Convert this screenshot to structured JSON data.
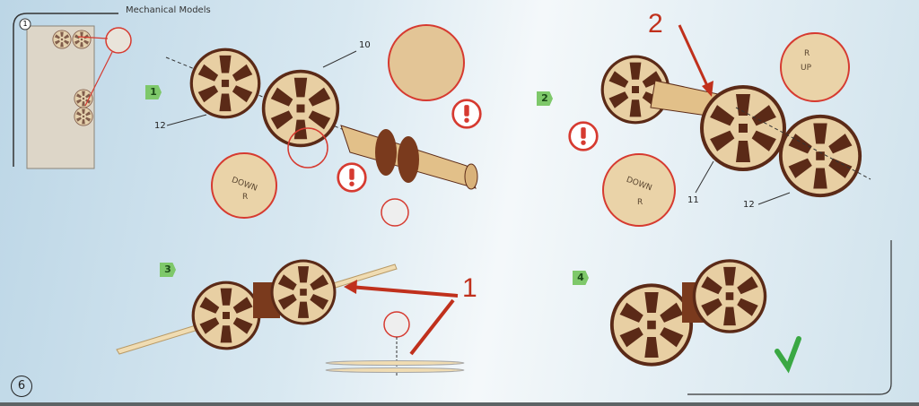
{
  "header": {
    "title": "Mechanical Models"
  },
  "sheet": {
    "number": "1"
  },
  "steps": [
    {
      "number": "1",
      "labels": [
        "10",
        "12"
      ],
      "zoom_text": [
        "DOWN",
        "R"
      ]
    },
    {
      "number": "2",
      "labels": [
        "11",
        "12"
      ],
      "zoom_text_top": [
        "R",
        "UP"
      ],
      "zoom_text_bottom": [
        "DOWN",
        "R"
      ],
      "callout": "2"
    },
    {
      "number": "3",
      "callout": "1"
    },
    {
      "number": "4"
    }
  ],
  "page": {
    "number": "6"
  },
  "warning_symbol": "!",
  "colors": {
    "accent_red": "#c0301c",
    "step_green": "#7ec86a",
    "wood": "#e8cfa3",
    "wood_dark": "#5b2a17",
    "check_green": "#3aa843"
  }
}
